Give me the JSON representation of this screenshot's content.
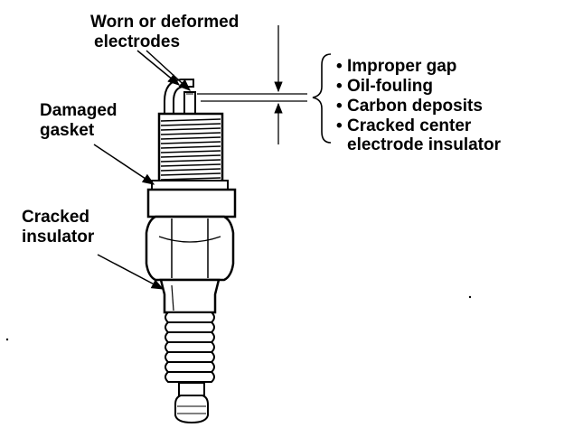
{
  "labels": {
    "worn_electrodes": [
      "Worn or deformed",
      "electrodes"
    ],
    "damaged_gasket": [
      "Damaged",
      "gasket"
    ],
    "cracked_insulator": [
      "Cracked",
      "insulator"
    ]
  },
  "gap_issues": [
    [
      "Improper gap"
    ],
    [
      "Oil-fouling"
    ],
    [
      "Carbon deposits"
    ],
    [
      "Cracked center",
      "electrode insulator"
    ]
  ],
  "bullet_char": "•",
  "colors": {
    "ink": "#000000",
    "background": "#ffffff"
  }
}
